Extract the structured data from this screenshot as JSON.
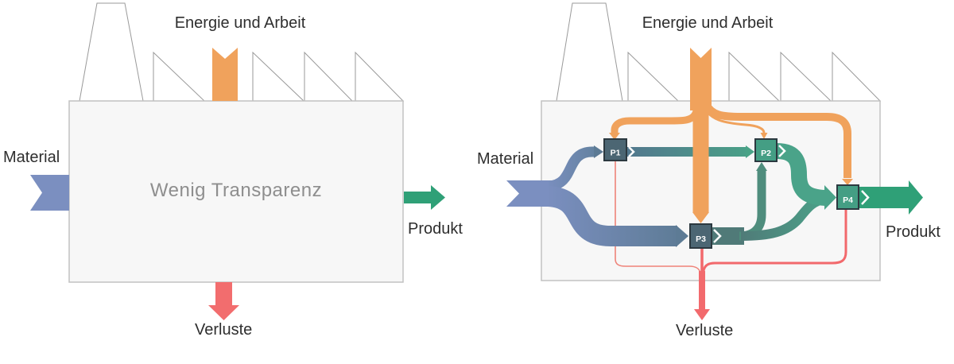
{
  "left_diagram": {
    "caption": "Wenig Transparenz",
    "labels": {
      "energy": "Energie und Arbeit",
      "material": "Material",
      "product": "Produkt",
      "losses": "Verluste"
    }
  },
  "right_diagram": {
    "labels": {
      "energy": "Energie und Arbeit",
      "material": "Material",
      "product": "Produkt",
      "losses": "Verluste"
    },
    "nodes": [
      {
        "id": "P1",
        "label": "P1"
      },
      {
        "id": "P2",
        "label": "P2"
      },
      {
        "id": "P3",
        "label": "P3"
      },
      {
        "id": "P4",
        "label": "P4"
      }
    ],
    "flows": [
      {
        "from": "Material",
        "to": "P1",
        "type": "material"
      },
      {
        "from": "Material",
        "to": "P3",
        "type": "material"
      },
      {
        "from": "Energie und Arbeit",
        "to": "P1",
        "type": "energy"
      },
      {
        "from": "Energie und Arbeit",
        "to": "P2",
        "type": "energy"
      },
      {
        "from": "Energie und Arbeit",
        "to": "P3",
        "type": "energy"
      },
      {
        "from": "Energie und Arbeit",
        "to": "P4",
        "type": "energy"
      },
      {
        "from": "P1",
        "to": "P2",
        "type": "intermediate"
      },
      {
        "from": "P3",
        "to": "P2",
        "type": "intermediate"
      },
      {
        "from": "P2",
        "to": "P4",
        "type": "intermediate"
      },
      {
        "from": "P3",
        "to": "P4",
        "type": "intermediate"
      },
      {
        "from": "P4",
        "to": "Produkt",
        "type": "product"
      },
      {
        "from": "P1",
        "to": "Verluste",
        "type": "loss"
      },
      {
        "from": "P3",
        "to": "Verluste",
        "type": "loss"
      },
      {
        "from": "P4",
        "to": "Verluste",
        "type": "loss"
      }
    ]
  },
  "colors": {
    "material_blue": "#7b8fc0",
    "energy_orange": "#f0a25c",
    "product_green": "#2fa077",
    "flow_green": "#4aa389",
    "losses_red": "#f26a6d",
    "process_box_slate": "#4c6673",
    "process_box_green": "#449e84",
    "factory_fill": "#f7f7f7",
    "factory_border": "#c2c2c2",
    "outline_gray": "#9a9a9a",
    "text_dark": "#2e2e2e",
    "text_muted": "#8e8e8e"
  }
}
